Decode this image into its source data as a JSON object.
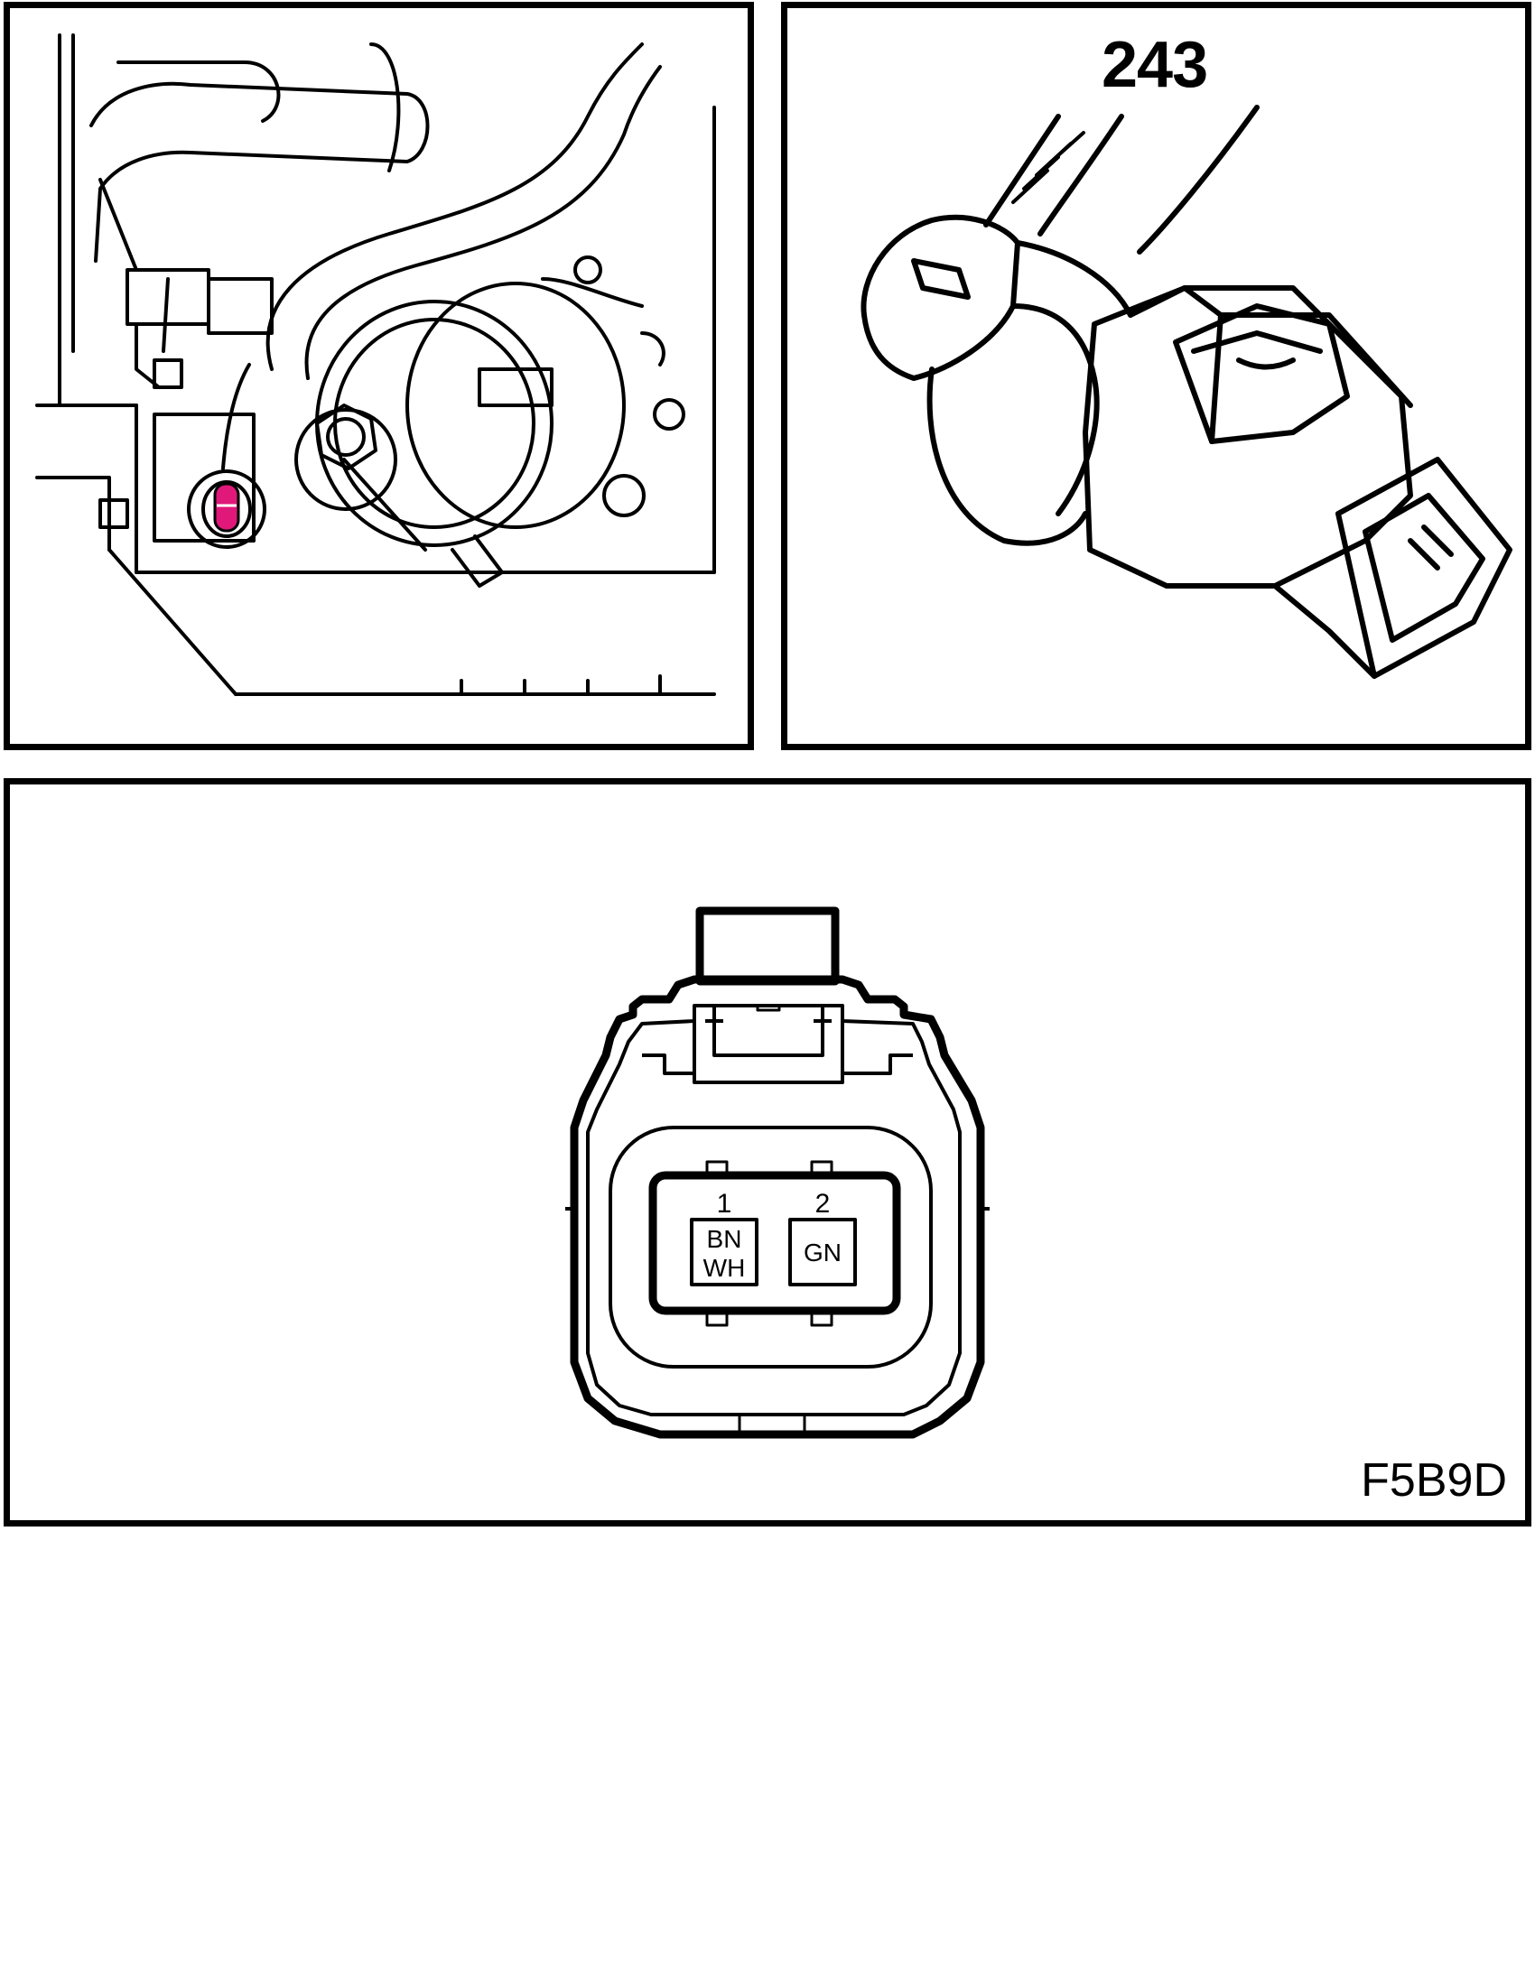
{
  "panels": {
    "connector_view": {
      "reference_number": "243"
    },
    "face_view": {
      "pins": [
        {
          "number": "1",
          "color_line1": "BN",
          "color_line2": "WH"
        },
        {
          "number": "2",
          "color_line1": "GN",
          "color_line2": ""
        }
      ],
      "diagram_id": "F5B9D"
    }
  },
  "colors": {
    "line": "#000000",
    "background": "#ffffff",
    "highlight": "#e0187a"
  },
  "icons": [
    "engine-illustration",
    "sensor-connector-illustration",
    "connector-face-icon"
  ]
}
